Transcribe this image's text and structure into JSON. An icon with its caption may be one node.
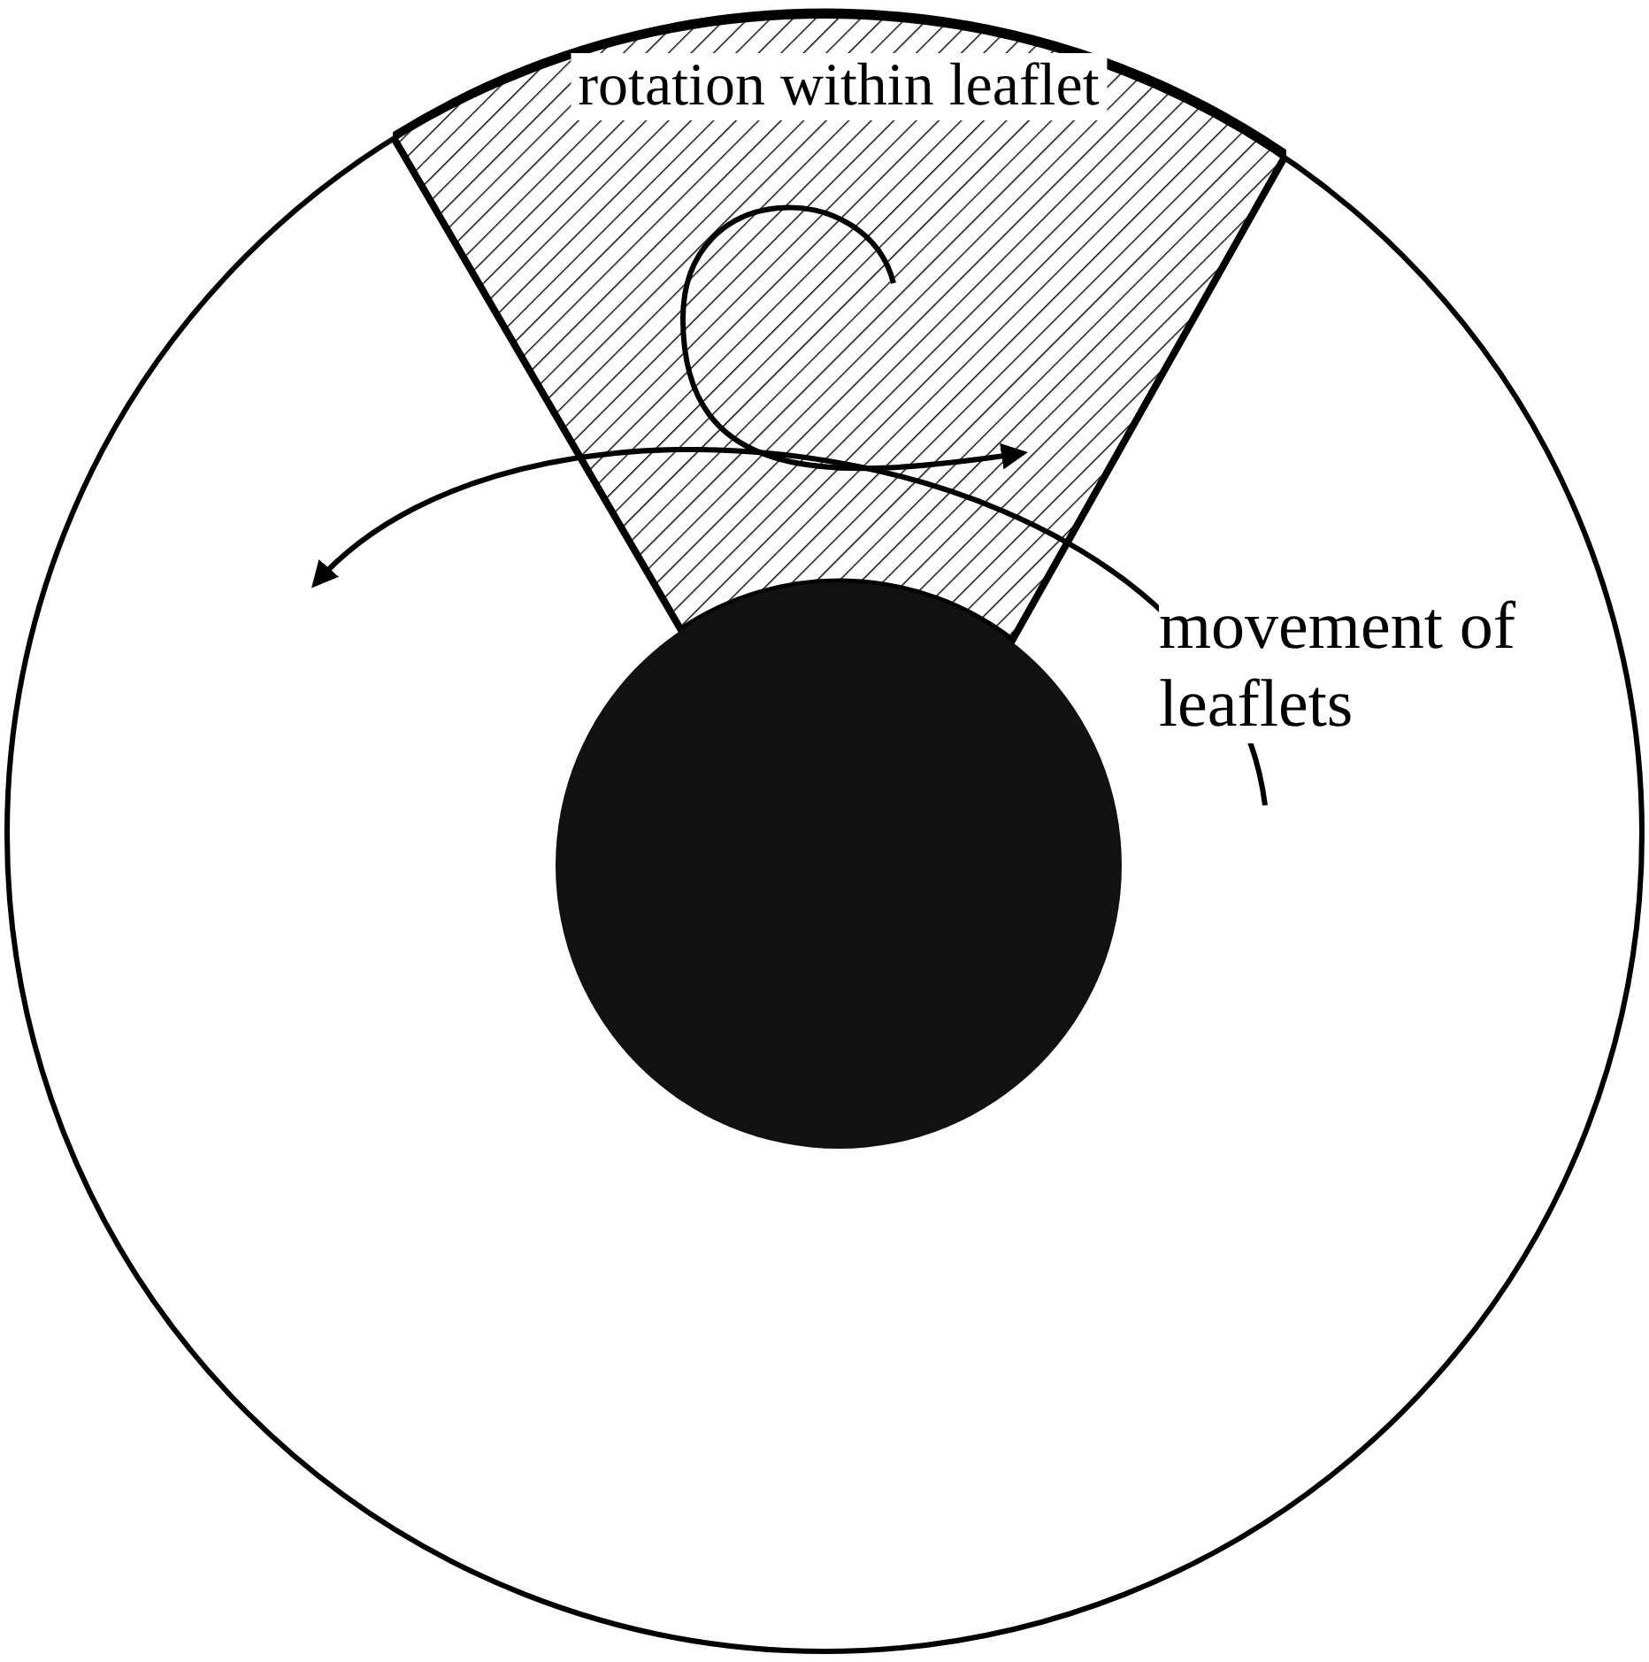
{
  "diagram": {
    "nodes": [
      {
        "text": [
          "rotation within leaflet"
        ]
      },
      {
        "text": [],
        "shape": "circle"
      }
    ],
    "labels": [
      "movement of leaflets"
    ]
  }
}
